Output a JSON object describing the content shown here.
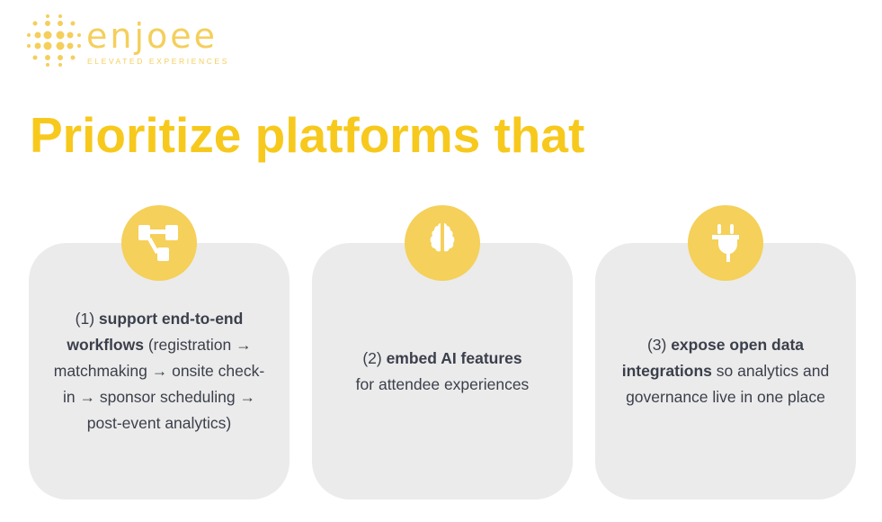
{
  "logo": {
    "name": "enjoee",
    "tagline": "ELEVATED EXPERIENCES"
  },
  "title": "Prioritize platforms that",
  "cards": [
    {
      "icon": "workflow-icon",
      "prefix": "(1) ",
      "bold": "support end-to-end workflows",
      "rest": " (registration → matchmaking → onsite check-in → sponsor scheduling → post-event analytics)"
    },
    {
      "icon": "brain-icon",
      "prefix": "(2) ",
      "bold": "embed AI features",
      "rest": " for attendee experiences"
    },
    {
      "icon": "plug-icon",
      "prefix": "(3) ",
      "bold": "expose open data integrations",
      "rest": " so analytics and governance live in one place"
    }
  ],
  "colors": {
    "accent": "#f7c91d",
    "circle": "#f5d05a",
    "card": "#ebebeb",
    "text": "#3b3f4b"
  }
}
